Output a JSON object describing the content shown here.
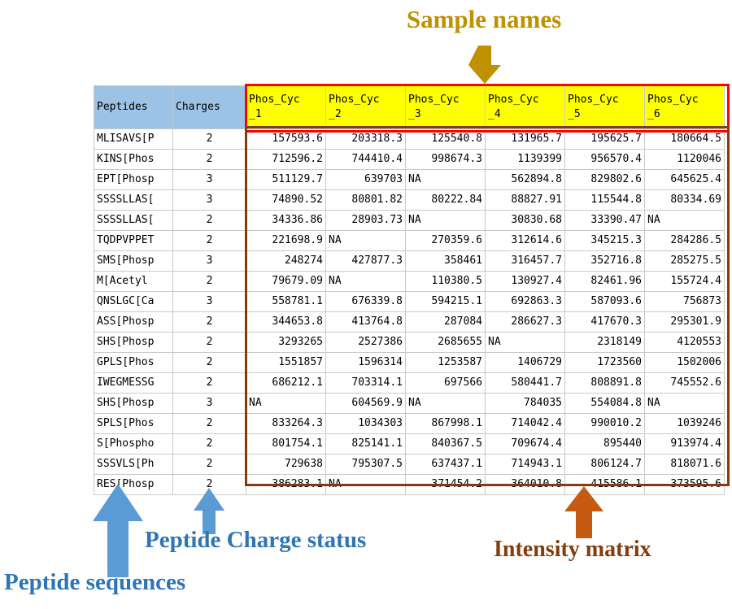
{
  "annotations": {
    "sample_names": "Sample names",
    "peptide_charge_status": "Peptide Charge status",
    "peptide_sequences": "Peptide sequences",
    "intensity_matrix": "Intensity matrix"
  },
  "colors": {
    "sample_names_text": "#BF9000",
    "blue_annotation_text": "#2E75B6",
    "intensity_annotation_text": "#843C0C",
    "header_blue_fill": "#9CC2E5",
    "header_yellow_fill": "#FFFF00",
    "header_border_red": "#FF0000",
    "matrix_border_maroon": "#843C0C",
    "arrow_blue": "#5B9BD5",
    "arrow_orange": "#C55A11",
    "arrow_gold": "#BF9000"
  },
  "table": {
    "peptides_header": "Peptides",
    "charges_header": "Charges",
    "sample_headers": [
      {
        "line1": "Phos_Cyc",
        "line2": "_1"
      },
      {
        "line1": "Phos_Cyc",
        "line2": "_2"
      },
      {
        "line1": "Phos_Cyc",
        "line2": "_3"
      },
      {
        "line1": "Phos_Cyc",
        "line2": "_4"
      },
      {
        "line1": "Phos_Cyc",
        "line2": "_5"
      },
      {
        "line1": "Phos_Cyc",
        "line2": "_6"
      }
    ],
    "rows": [
      {
        "peptide": "MLISAVS[P",
        "charge": "2",
        "values": [
          "157593.6",
          "203318.3",
          "125540.8",
          "131965.7",
          "195625.7",
          "180664.5"
        ]
      },
      {
        "peptide": "KINS[Phos",
        "charge": "2",
        "values": [
          "712596.2",
          "744410.4",
          "998674.3",
          "1139399",
          "956570.4",
          "1120046"
        ]
      },
      {
        "peptide": "EPT[Phosp",
        "charge": "3",
        "values": [
          "511129.7",
          "639703",
          "NA",
          "562894.8",
          "829802.6",
          "645625.4"
        ]
      },
      {
        "peptide": "SSSSLLAS[",
        "charge": "3",
        "values": [
          "74890.52",
          "80801.82",
          "80222.84",
          "88827.91",
          "115544.8",
          "80334.69"
        ]
      },
      {
        "peptide": "SSSSLLAS[",
        "charge": "2",
        "values": [
          "34336.86",
          "28903.73",
          "NA",
          "30830.68",
          "33390.47",
          "NA"
        ]
      },
      {
        "peptide": "TQDPVPPET",
        "charge": "2",
        "values": [
          "221698.9",
          "NA",
          "270359.6",
          "312614.6",
          "345215.3",
          "284286.5"
        ]
      },
      {
        "peptide": "SMS[Phosp",
        "charge": "3",
        "values": [
          "248274",
          "427877.3",
          "358461",
          "316457.7",
          "352716.8",
          "285275.5"
        ]
      },
      {
        "peptide": "M[Acetyl",
        "charge": "2",
        "values": [
          "79679.09",
          "NA",
          "110380.5",
          "130927.4",
          "82461.96",
          "155724.4"
        ]
      },
      {
        "peptide": "QNSLGC[Ca",
        "charge": "3",
        "values": [
          "558781.1",
          "676339.8",
          "594215.1",
          "692863.3",
          "587093.6",
          "756873"
        ]
      },
      {
        "peptide": "ASS[Phosp",
        "charge": "2",
        "values": [
          "344653.8",
          "413764.8",
          "287084",
          "286627.3",
          "417670.3",
          "295301.9"
        ]
      },
      {
        "peptide": "SHS[Phosp",
        "charge": "2",
        "values": [
          "3293265",
          "2527386",
          "2685655",
          "NA",
          "2318149",
          "4120553"
        ]
      },
      {
        "peptide": "GPLS[Phos",
        "charge": "2",
        "values": [
          "1551857",
          "1596314",
          "1253587",
          "1406729",
          "1723560",
          "1502006"
        ]
      },
      {
        "peptide": "IWEGMESSG",
        "charge": "2",
        "values": [
          "686212.1",
          "703314.1",
          "697566",
          "580441.7",
          "808891.8",
          "745552.6"
        ]
      },
      {
        "peptide": "SHS[Phosp",
        "charge": "3",
        "values": [
          "NA",
          "604569.9",
          "NA",
          "784035",
          "554084.8",
          "NA"
        ]
      },
      {
        "peptide": "SPLS[Phos",
        "charge": "2",
        "values": [
          "833264.3",
          "1034303",
          "867998.1",
          "714042.4",
          "990010.2",
          "1039246"
        ]
      },
      {
        "peptide": "S[Phospho",
        "charge": "2",
        "values": [
          "801754.1",
          "825141.1",
          "840367.5",
          "709674.4",
          "895440",
          "913974.4"
        ]
      },
      {
        "peptide": "SSSVLS[Ph",
        "charge": "2",
        "values": [
          "729638",
          "795307.5",
          "637437.1",
          "714943.1",
          "806124.7",
          "818071.6"
        ]
      },
      {
        "peptide": "RES[Phosp",
        "charge": "2",
        "values": [
          "386283.1",
          "NA",
          "371454.2",
          "364010.8",
          "415586.1",
          "373595.6"
        ]
      }
    ]
  }
}
